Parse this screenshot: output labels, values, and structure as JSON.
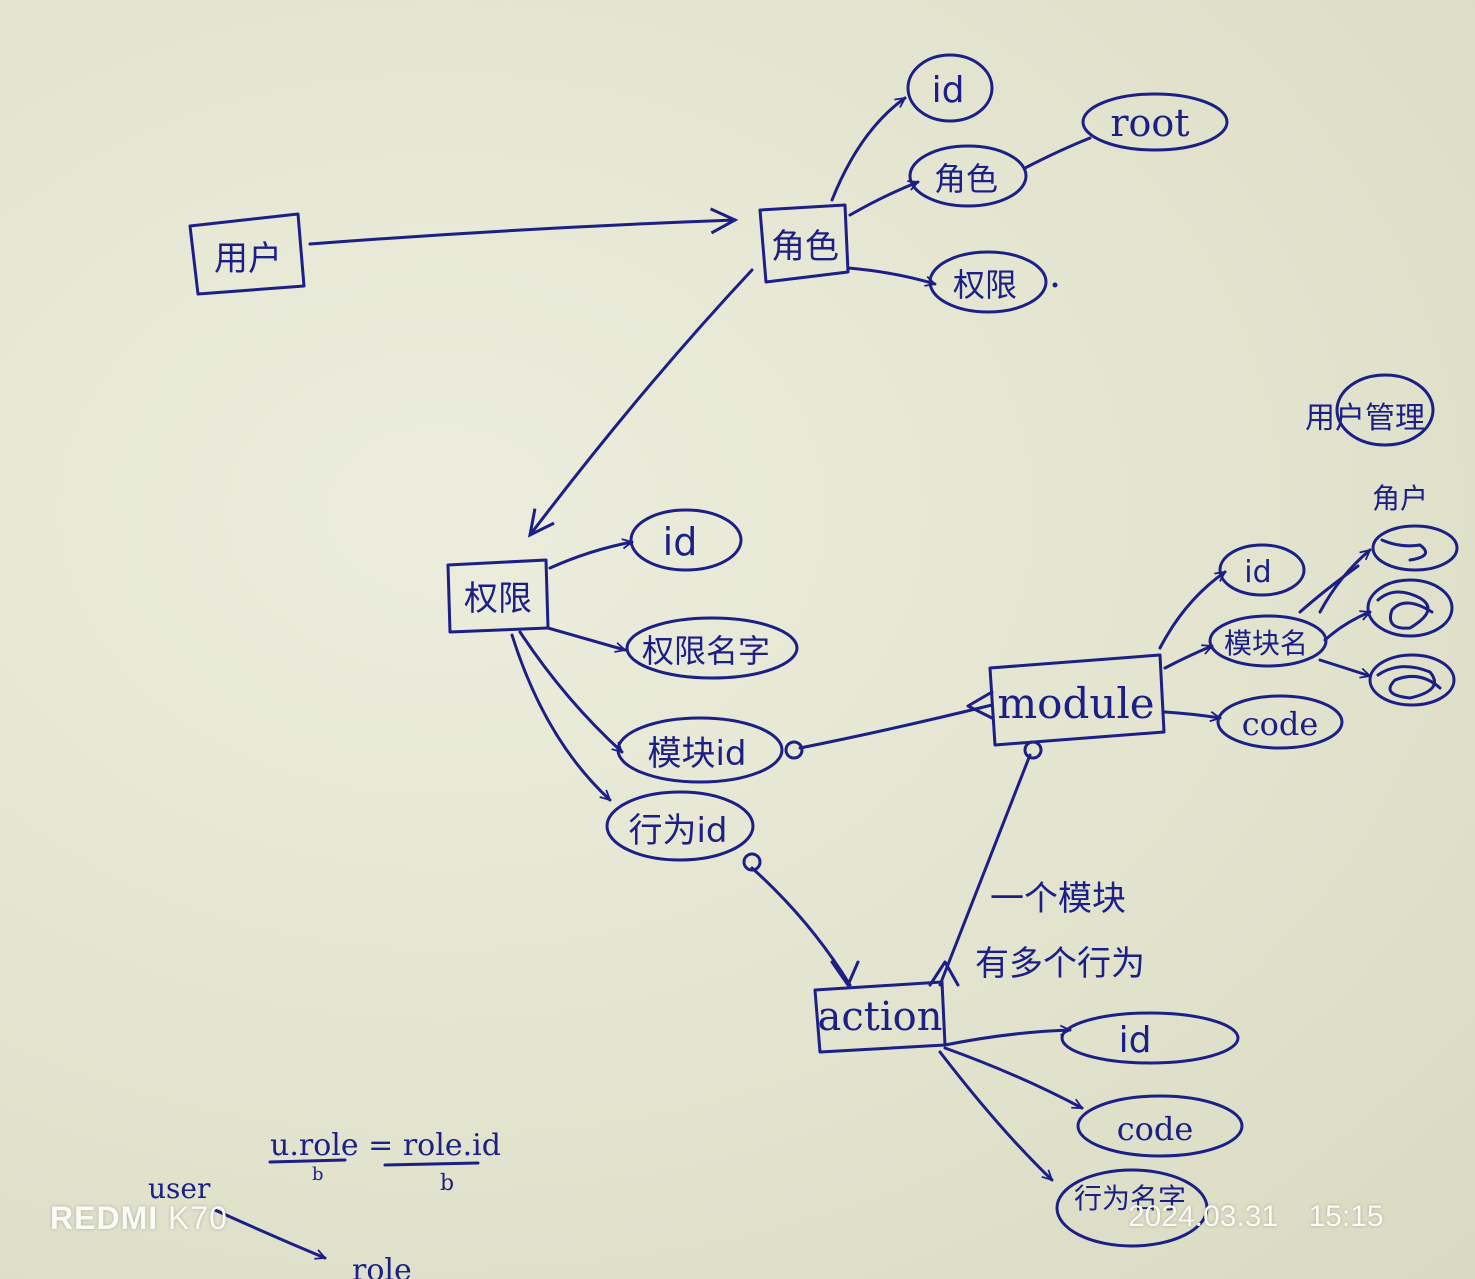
{
  "nodes": {
    "user": "用户",
    "role": "角色",
    "role_id": "id",
    "role_name": "角色",
    "role_root": "root",
    "role_perm": "权限",
    "perm": "权限",
    "perm_id": "id",
    "perm_name": "权限名字",
    "perm_module_id": "模块id",
    "perm_action_id": "行为id",
    "module": "module",
    "module_id": "id",
    "module_name": "模块名",
    "module_code": "code",
    "module_example": "用户管理",
    "module_sub1": "角户",
    "action": "action",
    "action_id": "id",
    "action_code": "code",
    "action_name": "行为名字"
  },
  "notes": {
    "one_to_many_line1": "一个模块",
    "one_to_many_line2": "有多个行为",
    "join_expr": "u.role = role.id",
    "user_label": "user",
    "role_label": "role"
  },
  "watermark": {
    "brand": "REDMI",
    "model": "K70",
    "date": "2024.03.31",
    "time": "15:15"
  }
}
